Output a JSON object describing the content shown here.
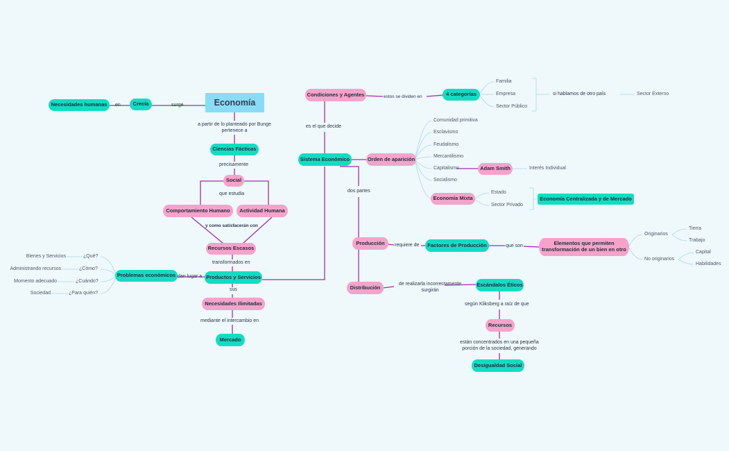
{
  "colors": {
    "teal": "#14dcc3",
    "pink": "#f5a3cb",
    "root": "#8adcf6",
    "purple": "#9b2fae",
    "light": "#a9d8e8",
    "background": "#eff8fb"
  },
  "nodes": {
    "economia": "Economía",
    "necesidades_humanas": "Necesidades humanas",
    "crecia": "Crecía",
    "ciencias_facticas": "Ciencias Fácticas",
    "social": "Social",
    "comportamiento_humano": "Comportamiento Humano",
    "actividad_humana": "Actividad Humana",
    "recursos_escasos": "Recursos Escasos",
    "problemas_economicos": "Problemas económicos",
    "productos_servicios": "Productos y Servicios",
    "necesidades_ilimitadas": "Necesidades Ilimitadas",
    "mercado": "Mercado",
    "condiciones_agentes": "Condiciones y Agentes",
    "cuatro_categorias": "4 categorías",
    "sistema_economico": "Sistema Económico",
    "orden_aparicion": "Orden de aparición",
    "adam_smith": "Adam Smith",
    "economia_mixta": "Economía Mixta",
    "economia_centralizada": "Economía Centralizada y de Mercado",
    "produccion": "Producción",
    "factores_produccion": "Factores de Producción",
    "elementos_line1": "Elementos que permiten",
    "elementos_line2": "transformación de un bien en otro",
    "distribucion": "Distribución",
    "escandalos": "Escándalos Éticos",
    "recursos": "Recursos",
    "desigualdad": "Desigualdad Social"
  },
  "labels": {
    "en": "en",
    "surge": "surge",
    "bunge_line1": "a partir de lo planteado por Bunge",
    "bunge_line2": "pertenece a",
    "precisamente": "precisamente",
    "que_estudia": "que estudia",
    "y_como": "y como satisfacerán con",
    "transformados": "transformados en",
    "dan_lugar": "dan lugar a",
    "sus": "sus",
    "mediante": "mediante el intercambio en",
    "estos_dividen": "estos se dividen en",
    "es_el_que": "es el que decide",
    "dos_partes": "dos partes",
    "requiere_de": "requiere de",
    "que_son": "que son",
    "realizarla_line1": "de realizarla incorrectamente",
    "realizarla_line2": "surgirán",
    "kliksberg": "según Kliksberg a raíz de que",
    "concentrados_line1": "están concentrados en una pequeña",
    "concentrados_line2": "porción de la sociedad, generando",
    "si_hablamos": "si hablamos de otro país"
  },
  "leaves": {
    "problemas": [
      {
        "item": "Bienes y Servicios",
        "question": "¿Qué?"
      },
      {
        "item": "Administrando recursos",
        "question": "¿Cómo?"
      },
      {
        "item": "Momento adecuado",
        "question": "¿Cuándo?"
      },
      {
        "item": "Sociedad",
        "question": "¿Para quién?"
      }
    ],
    "categorias": [
      "Familia",
      "Empresa",
      "Sector Público"
    ],
    "sector_externo": "Sector Externo",
    "orden": [
      "Comunidad primitiva",
      "Esclavismo",
      "Feudalismo",
      "Mercantilismo",
      "Capitalismo",
      "Socialismo"
    ],
    "interes_individual": "Interés Individual",
    "mixta": [
      "Estado",
      "Sector Privado"
    ],
    "originarios": "Originarios",
    "no_originarios": "No originarios",
    "originarios_items": [
      "Tierra",
      "Trabajo"
    ],
    "no_originarios_items": [
      "Capital",
      "Habilidades"
    ]
  }
}
